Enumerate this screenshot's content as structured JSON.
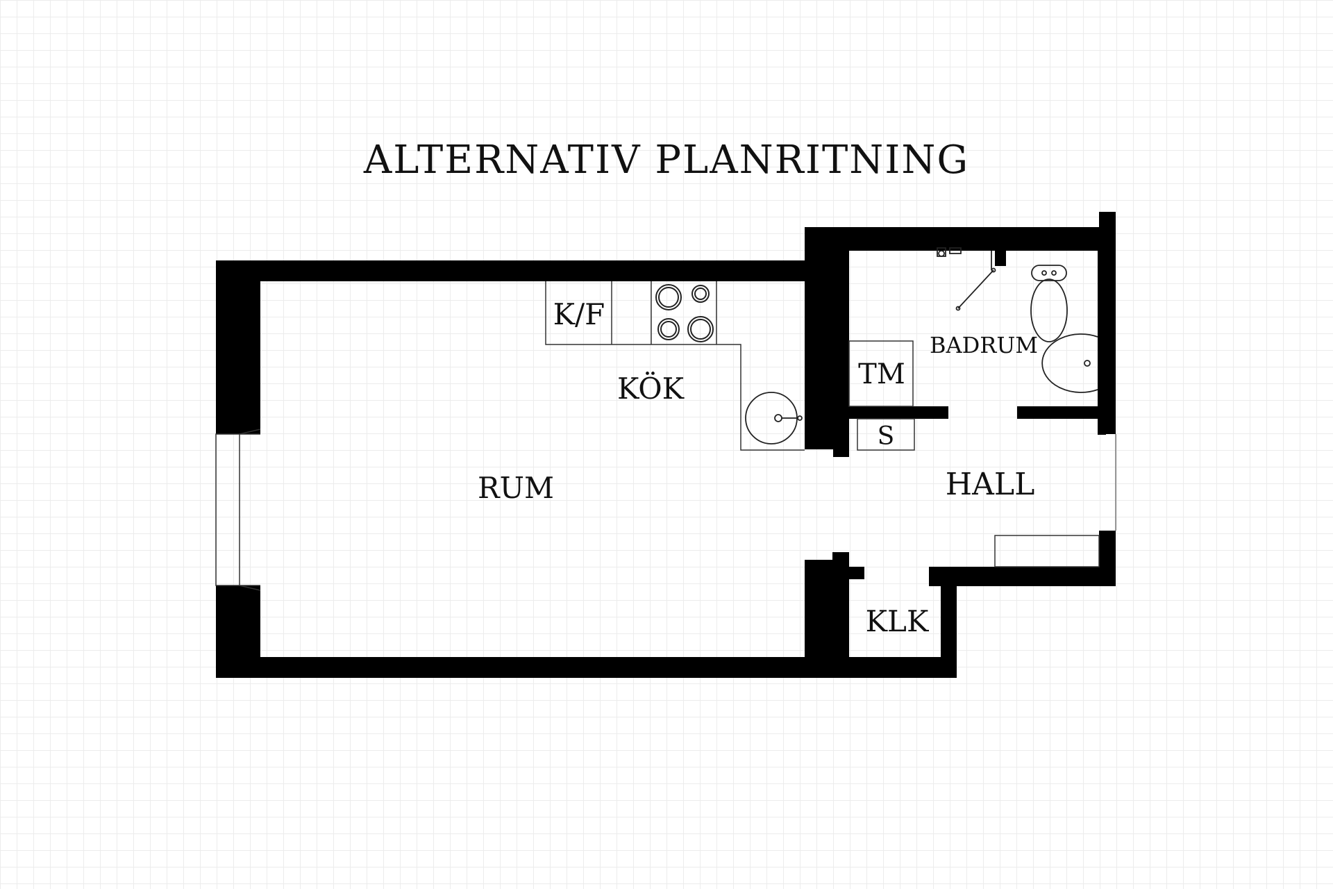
{
  "title": "ALTERNATIV PLANRITNING",
  "rooms": {
    "rum": "RUM",
    "kok": "KÖK",
    "kf": "K/F",
    "badrum": "BADRUM",
    "tm": "TM",
    "s": "S",
    "hall": "HALL",
    "klk": "KLK"
  },
  "colors": {
    "wall": "#000000",
    "line": "#333333",
    "background": "#ffffff",
    "grid": "#ececec"
  },
  "icons": {
    "stove": "stove-icon",
    "kitchen_sink": "kitchen-sink-icon",
    "toilet": "toilet-icon",
    "bathroom_sink": "bathroom-sink-icon",
    "shower": "shower-icon"
  }
}
